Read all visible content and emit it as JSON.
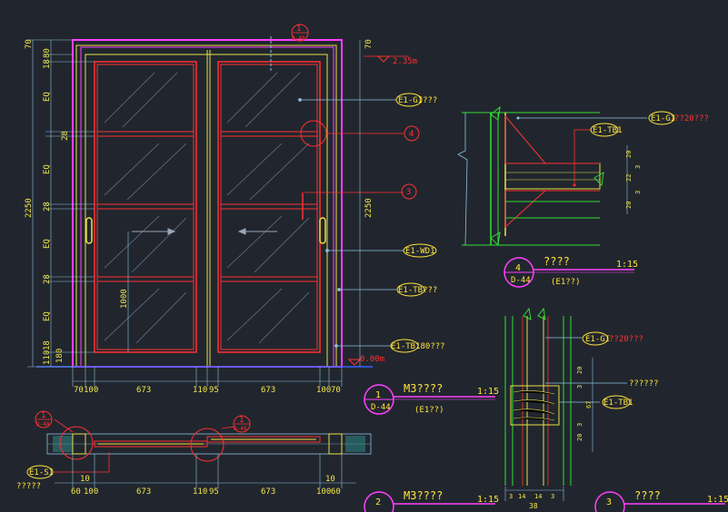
{
  "elevation": {
    "dims_top_left": [
      "70",
      "80",
      "70",
      "18"
    ],
    "dims_left": [
      "EQ",
      "28",
      "EQ",
      "28",
      "EQ",
      "28",
      "EQ",
      "18",
      "110",
      "180"
    ],
    "dim_height": "2250",
    "dim_1000": "1000",
    "dims_right_top": "70",
    "dim_height_right": "2250",
    "level_top": "2.35m",
    "level_bottom": "0.00m",
    "callout_1": {
      "num": "1",
      "ref": "D-48"
    },
    "callout_4": "4",
    "callout_3": "3",
    "bottom_dims": [
      "70",
      "100",
      "673",
      "110",
      "95",
      "673",
      "100",
      "70"
    ],
    "labels": [
      "E1-GI???",
      "E1-WD1",
      "E1-TB???",
      "E1-TB180???"
    ]
  },
  "plan": {
    "callout_a": {
      "num": "1",
      "ref": "D-48"
    },
    "callout_b": {
      "num": "1",
      "ref": "D-48"
    },
    "label": "E1-SI",
    "label_text": "?????",
    "dims": [
      "10",
      "60",
      "100",
      "673",
      "110",
      "95",
      "673",
      "100",
      "60",
      "10"
    ]
  },
  "detail4": {
    "label_gi": "E1-GI",
    "label_gi_note": "??20???",
    "label_tb": "E1-TB1",
    "dims": [
      "20",
      "3",
      "22",
      "3",
      "20"
    ],
    "title": "????",
    "scale": "1:15",
    "num": "4",
    "ref": "D-44",
    "sub": "(E1??)"
  },
  "detail1": {
    "num": "1",
    "ref": "D-44",
    "title": "M3????",
    "scale": "1:15",
    "sub": "(E1??)",
    "label_gi": "E1-GI",
    "label_gi_note": "??20???",
    "label_note": "??????",
    "label_tb": "E1-TB1",
    "dims_v": [
      "20",
      "3",
      "67",
      "3",
      "20"
    ],
    "dims_h": [
      "3",
      "14",
      "14",
      "3"
    ],
    "dim_total": "38"
  },
  "bottom_row": {
    "t2_num": "2",
    "t2_title": "M3????",
    "t2_scale": "1:15",
    "t3_num": "3",
    "t3_title": "????",
    "t3_scale": "1:15"
  }
}
